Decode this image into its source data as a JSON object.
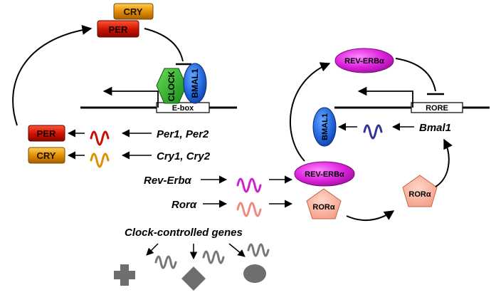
{
  "proteins": {
    "cry": "CRY",
    "per": "PER",
    "clock": "CLOCK",
    "bmal1": "BMAL1",
    "rev_erba": "REV-ERBα",
    "rora": "RORα"
  },
  "elements": {
    "ebox": "E-box",
    "rore": "RORE"
  },
  "genes": {
    "per": "Per1, Per2",
    "cry": "Cry1, Cry2",
    "rev_erba": "Rev-Erbα",
    "rora": "Rorα",
    "bmal1": "Bmal1",
    "ccg": "Clock-controlled genes"
  },
  "colors": {
    "per": "#cc1100",
    "cry": "#e09000",
    "clock": "#22aa22",
    "bmal1": "#2255dd",
    "rev_erba": "#cc22cc",
    "rora": "#f4a090",
    "bmal1_mrna": "#333399",
    "ccg": "#777777"
  }
}
